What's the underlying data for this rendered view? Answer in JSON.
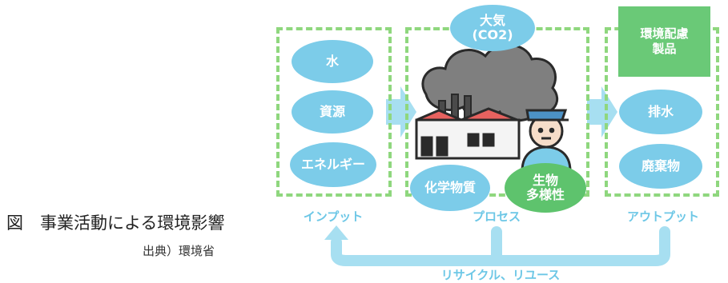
{
  "caption": {
    "title": "図　事業活動による環境影響",
    "source": "出典）環境省"
  },
  "diagram": {
    "input": {
      "label": "インプット",
      "items": [
        "水",
        "資源",
        "エネルギー"
      ]
    },
    "process": {
      "label": "プロセス",
      "air": "大気\n(CO2)",
      "chemicals": "化学物質",
      "biodiversity": "生物\n多様性"
    },
    "output": {
      "label": "アウトプット",
      "product": "環境配慮\n製品",
      "items": [
        "排水",
        "廃棄物"
      ]
    },
    "recycle": "リサイクル、リユース"
  },
  "colors": {
    "blue": "#7ccce9",
    "green": "#6ac977",
    "dash": "#8fd77e",
    "arrow": "#a7dff1",
    "label": "#6dc7e6"
  }
}
